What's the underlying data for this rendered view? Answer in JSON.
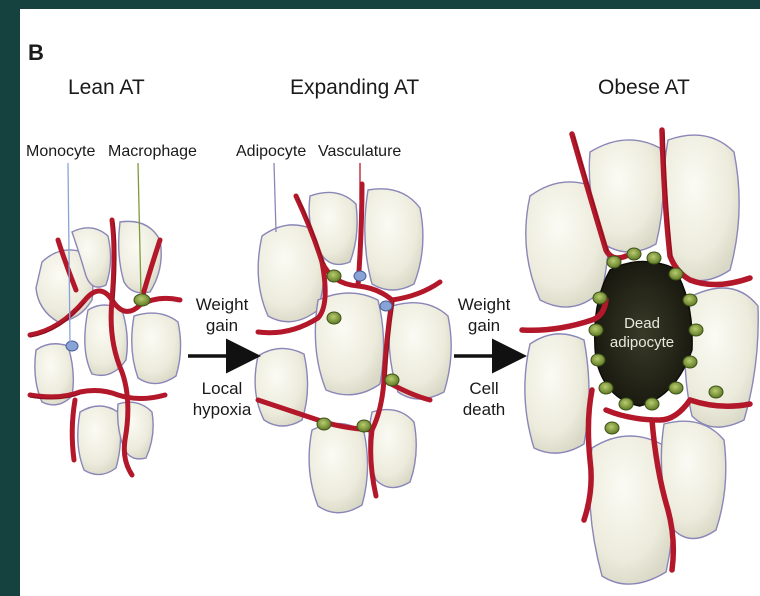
{
  "panel_label": "B",
  "stages": {
    "lean": "Lean AT",
    "expanding": "Expanding AT",
    "obese": "Obese AT"
  },
  "labels": {
    "monocyte": "Monocyte",
    "macrophage": "Macrophage",
    "adipocyte": "Adipocyte",
    "vasculature": "Vasculature",
    "dead_adipocyte_line1": "Dead",
    "dead_adipocyte_line2": "adipocyte"
  },
  "arrows": {
    "first": {
      "top1": "Weight",
      "top2": "gain",
      "bottom1": "Local",
      "bottom2": "hypoxia"
    },
    "second": {
      "top1": "Weight",
      "top2": "gain",
      "bottom1": "Cell",
      "bottom2": "death"
    }
  },
  "colors": {
    "frame": "#15413f",
    "adipocyte_fill": "#f1f0e3",
    "adipocyte_outline": "#8a86b8",
    "vessel": "#b3182a",
    "vessel_dark": "#7a0e1a",
    "macrophage": "#7e9a3c",
    "monocyte": "#8aa3d6",
    "dead_cell": "#1f1f14"
  }
}
